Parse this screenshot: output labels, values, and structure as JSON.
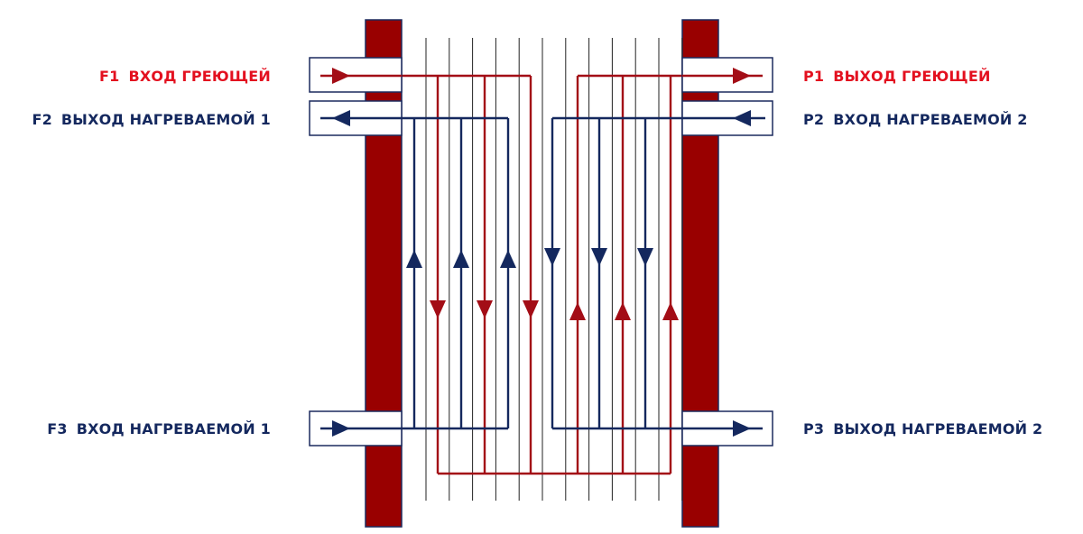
{
  "colors": {
    "frame": "#990000",
    "frame_border": "#1b2a5e",
    "hot": "#a30d16",
    "hot_label": "#e3101f",
    "cold": "#14285e",
    "plate": "#222222",
    "background": "#ffffff"
  },
  "ports": {
    "f1": {
      "id": "F1",
      "text": "ВХОД ГРЕЮЩЕЙ"
    },
    "f2": {
      "id": "F2",
      "text": "ВЫХОД НАГРЕВАЕМОЙ 1"
    },
    "f3": {
      "id": "F3",
      "text": "ВХОД НАГРЕВАЕМОЙ 1"
    },
    "p1": {
      "id": "P1",
      "text": "ВЫХОД ГРЕЮЩЕЙ"
    },
    "p2": {
      "id": "P2",
      "text": "ВХОД НАГРЕВАЕМОЙ 2"
    },
    "p3": {
      "id": "P3",
      "text": "ВЫХОД НАГРЕВАЕМОЙ 2"
    }
  },
  "flows": {
    "heating": {
      "pass_directions": [
        "down",
        "down",
        "down",
        "up",
        "up",
        "up"
      ]
    },
    "heated_1": {
      "pass_directions": [
        "up",
        "up",
        "up"
      ]
    },
    "heated_2": {
      "pass_directions": [
        "down",
        "down",
        "down"
      ]
    }
  },
  "plates": {
    "count": 12
  }
}
